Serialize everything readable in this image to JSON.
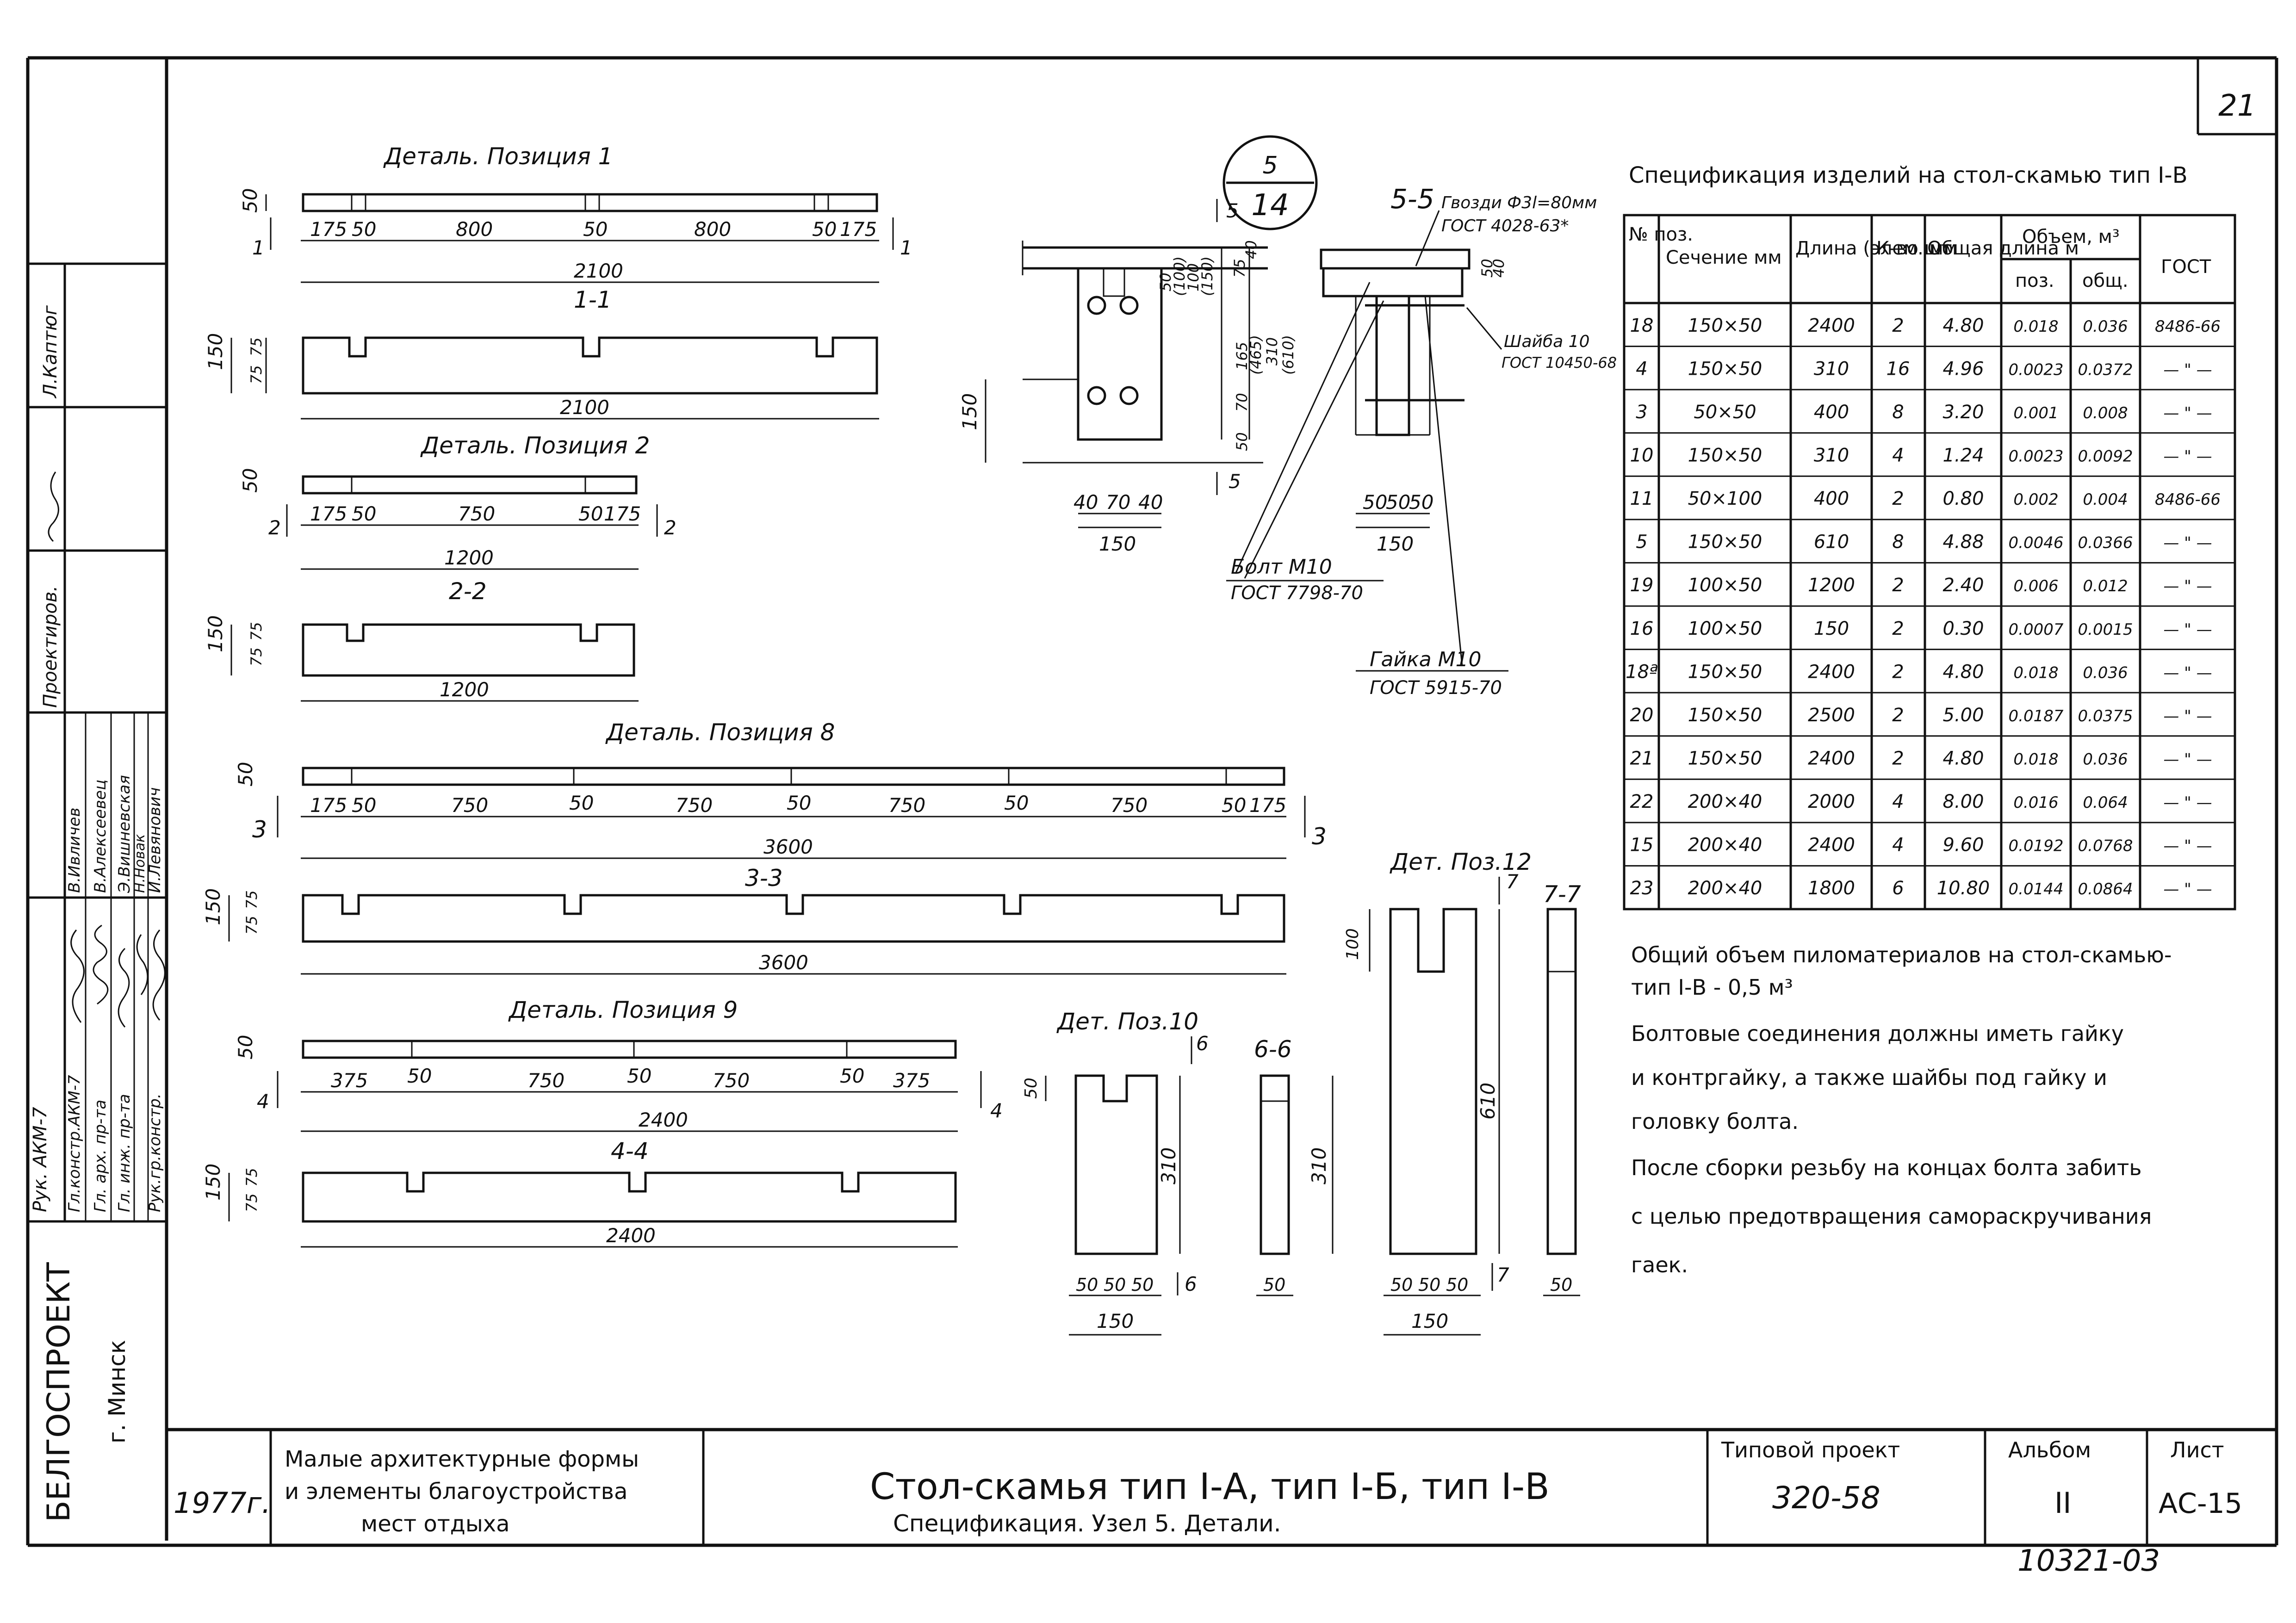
{
  "sheet_number": "21",
  "circle_label": {
    "top": "5",
    "bottom": "14"
  },
  "details": {
    "pos1": {
      "title": "Деталь.   Позиция 1",
      "thickness": "50",
      "offsets": [
        "175",
        "50",
        "800",
        "50",
        "800",
        "50",
        "175"
      ],
      "length": "2100",
      "section_mark": "1",
      "section_label": "1-1",
      "height_a": "150",
      "height_b": "75",
      "height_c": "75",
      "length2": "2100"
    },
    "pos2": {
      "title": "Деталь.   Позиция 2",
      "thickness": "50",
      "offsets": [
        "175",
        "50",
        "750",
        "50",
        "175"
      ],
      "length": "1200",
      "section_mark": "2",
      "section_label": "2-2",
      "height_a": "150",
      "height_b": "75",
      "height_c": "75",
      "length2": "1200"
    },
    "pos8": {
      "title": "Деталь.   Позиция 8",
      "thickness": "50",
      "offsets": [
        "175",
        "50",
        "750",
        "50",
        "750",
        "50",
        "750",
        "50",
        "750",
        "50",
        "175"
      ],
      "length": "3600",
      "section_mark": "3",
      "section_label": "3-3",
      "height_a": "150",
      "height_b": "75",
      "height_c": "75",
      "length2": "3600"
    },
    "pos9": {
      "title": "Деталь.   Позиция 9",
      "thickness": "50",
      "offsets": [
        "375",
        "50",
        "750",
        "50",
        "750",
        "50",
        "375"
      ],
      "length": "2400",
      "section_mark": "4",
      "section_label": "4-4",
      "height_a": "150",
      "height_b": "75",
      "height_c": "75",
      "length2": "2400"
    }
  },
  "node5": {
    "section_mark": "5",
    "dims_right": [
      "50",
      "(100)",
      "100",
      "(150)",
      "75",
      "40",
      "165",
      "(465)",
      "310",
      "(610)",
      "70",
      "50"
    ],
    "dim_150": "150",
    "dims_bottom": [
      "40",
      "70",
      "40"
    ],
    "bottom_total": "150"
  },
  "section55": {
    "label": "5-5",
    "nails": "Гвозди Ф3l=80мм",
    "nails_gost": "ГОСТ 4028-63*",
    "washer": "Шайба 10",
    "washer_gost": "ГОСТ 10450-68",
    "dims": [
      "50",
      "40"
    ],
    "dims_bottom": [
      "50",
      "50",
      "50"
    ],
    "bottom_total": "150",
    "bolt": "Болт  М10",
    "bolt_gost": "ГОСТ 7798-70",
    "nut": "Гайка  М10",
    "nut_gost": "ГОСТ 5915-70"
  },
  "det10": {
    "title": "Дет. Поз.10",
    "mark": "6",
    "dim_notch": "50",
    "height": "310",
    "dims_bottom": [
      "50",
      "50",
      "50"
    ],
    "total": "150"
  },
  "sec66": {
    "label": "6-6",
    "height": "310",
    "width": "50"
  },
  "det12": {
    "title": "Дет. Поз.12",
    "mark": "7",
    "dim_notch": "100",
    "height": "610",
    "dims_bottom": [
      "50",
      "50",
      "50"
    ],
    "total": "150"
  },
  "sec77": {
    "label": "7-7",
    "width": "50"
  },
  "spec": {
    "title": "Спецификация изделий на стол-скамью тип I-В",
    "headers": {
      "no": "№ поз.",
      "section": "Сечение мм",
      "length": "Длина (элем. мм",
      "qty": "К-во шт.",
      "total_len": "Общая длина м",
      "volume": "Объем, м³",
      "vol_pos": "поз.",
      "vol_total": "общ.",
      "gost": "ГОСТ"
    },
    "rows": [
      [
        "18",
        "150×50",
        "2400",
        "2",
        "4.80",
        "0.018",
        "0.036",
        "8486-66"
      ],
      [
        "4",
        "150×50",
        "310",
        "16",
        "4.96",
        "0.0023",
        "0.0372",
        "— \" —"
      ],
      [
        "3",
        "50×50",
        "400",
        "8",
        "3.20",
        "0.001",
        "0.008",
        "— \" —"
      ],
      [
        "10",
        "150×50",
        "310",
        "4",
        "1.24",
        "0.0023",
        "0.0092",
        "— \" —"
      ],
      [
        "11",
        "50×100",
        "400",
        "2",
        "0.80",
        "0.002",
        "0.004",
        "8486-66"
      ],
      [
        "5",
        "150×50",
        "610",
        "8",
        "4.88",
        "0.0046",
        "0.0366",
        "— \" —"
      ],
      [
        "19",
        "100×50",
        "1200",
        "2",
        "2.40",
        "0.006",
        "0.012",
        "— \" —"
      ],
      [
        "16",
        "100×50",
        "150",
        "2",
        "0.30",
        "0.0007",
        "0.0015",
        "— \" —"
      ],
      [
        "18ª",
        "150×50",
        "2400",
        "2",
        "4.80",
        "0.018",
        "0.036",
        "— \" —"
      ],
      [
        "20",
        "150×50",
        "2500",
        "2",
        "5.00",
        "0.0187",
        "0.0375",
        "— \" —"
      ],
      [
        "21",
        "150×50",
        "2400",
        "2",
        "4.80",
        "0.018",
        "0.036",
        "— \" —"
      ],
      [
        "22",
        "200×40",
        "2000",
        "4",
        "8.00",
        "0.016",
        "0.064",
        "— \" —"
      ],
      [
        "15",
        "200×40",
        "2400",
        "4",
        "9.60",
        "0.0192",
        "0.0768",
        "— \" —"
      ],
      [
        "23",
        "200×40",
        "1800",
        "6",
        "10.80",
        "0.0144",
        "0.0864",
        "— \" —"
      ]
    ]
  },
  "notes": [
    "Общий объем пиломатериалов на стол-скамью-",
    "тип I-В - 0,5 м³",
    "Болтовые соединения должны иметь гайку",
    "и контргайку, а также шайбы под гайку и",
    "головку болта.",
    "После сборки резьбу на концах болта забить",
    "с целью предотвращения самораскручивания",
    "гаек."
  ],
  "stamp": {
    "year": "1977г.",
    "subject": [
      "Малые архитектурные формы",
      "и элементы благоустройства",
      "мест отдыха"
    ],
    "title": "Стол-скамья  тип I-А, тип I-Б, тип I-В",
    "subtitle": "Спецификация. Узел 5. Детали.",
    "project_label": "Типовой проект",
    "project": "320-58",
    "album_label": "Альбом",
    "album": "II",
    "sheet_label": "Лист",
    "sheet": "АС-15",
    "code": "10321-03"
  },
  "side": {
    "org": "БЕЛГОСПРОЕКТ",
    "city": "г. Минск",
    "kaptag": "Л.Каптюг",
    "proekt": "Проектиров.",
    "roles": [
      "Рук. АКМ-7",
      "Гл.констр.АКМ-7",
      "Гл. арх. пр-та",
      "Гл. инж. пр-та",
      "Рук.гр.констр."
    ],
    "names": [
      "В.Ивличев",
      "В.Алексеевец",
      "Э.Вишневская",
      "Н.Новак",
      "И.Левянович"
    ]
  }
}
